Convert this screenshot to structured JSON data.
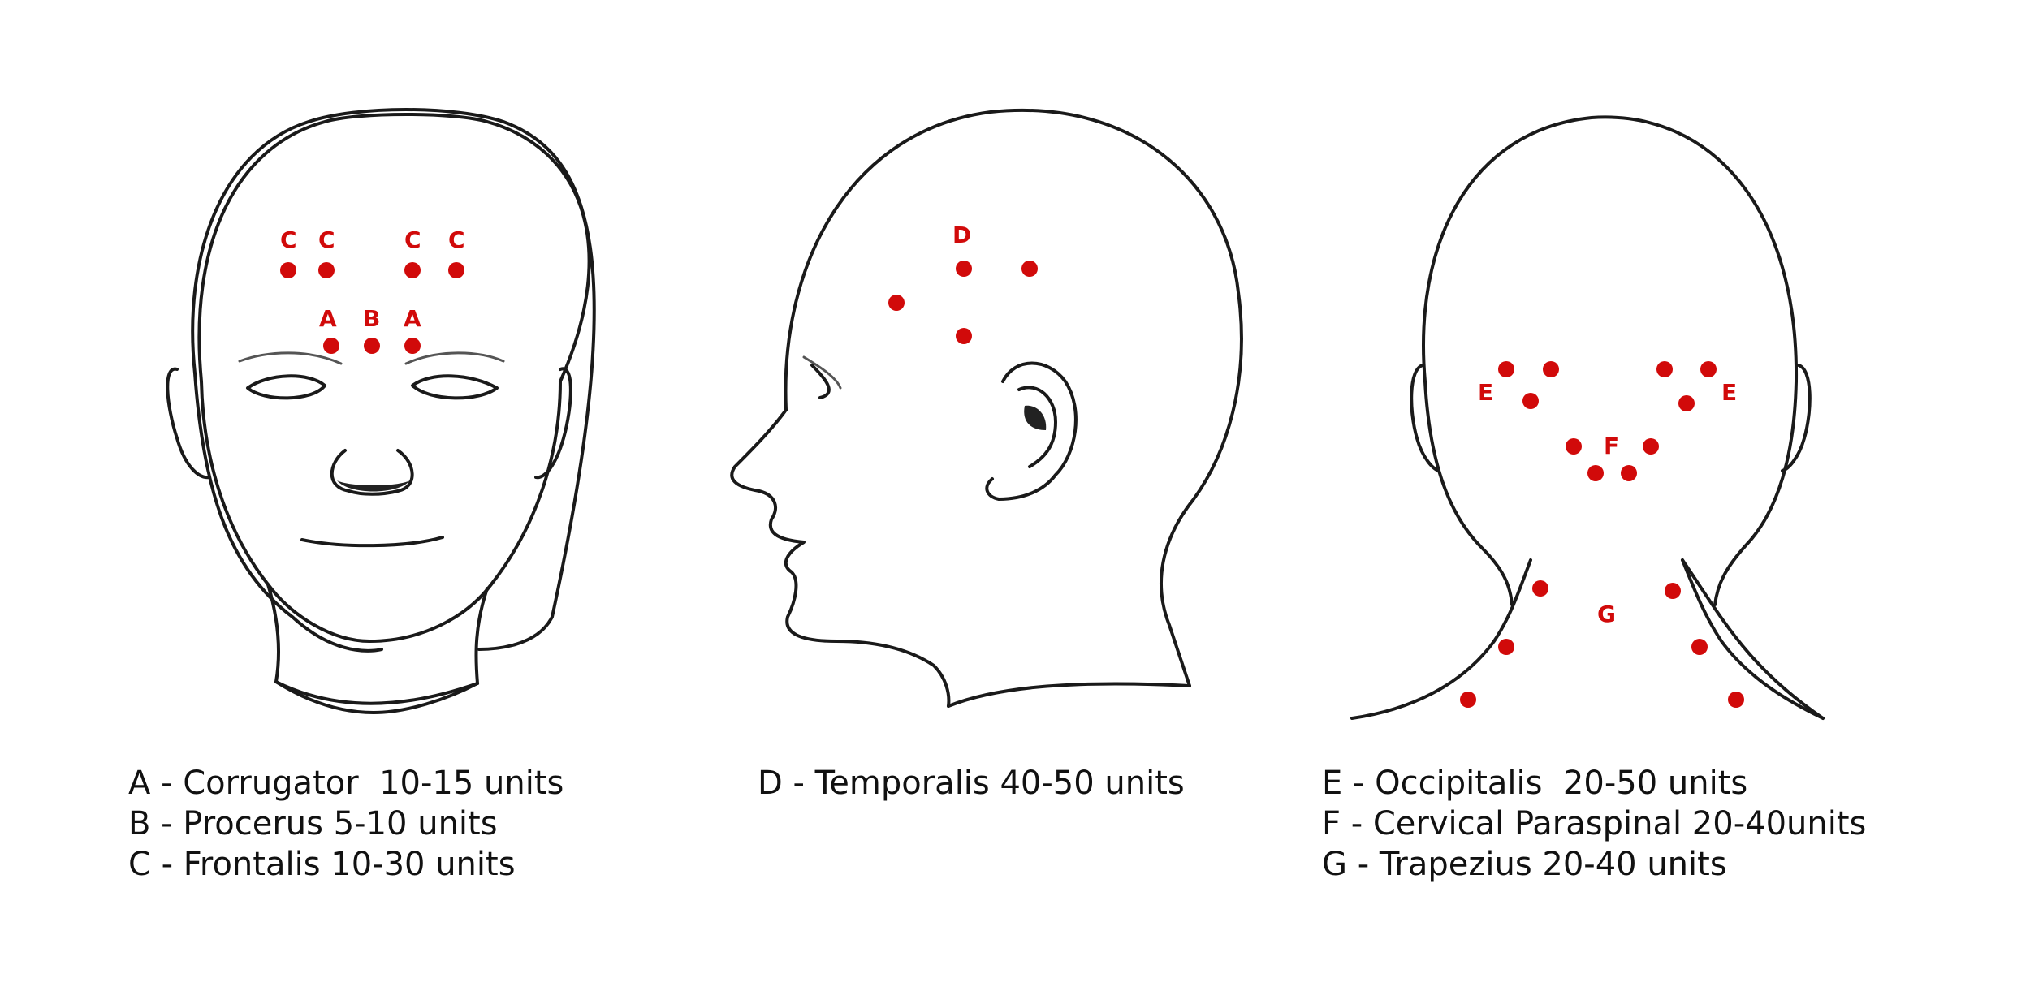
{
  "colors": {
    "outline": "#1a1a1a",
    "point": "#d10a0a",
    "text": "#111111"
  },
  "views": [
    {
      "name": "front",
      "points": [
        {
          "label": "C"
        },
        {
          "label": "C"
        },
        {
          "label": "C"
        },
        {
          "label": "C"
        },
        {
          "label": "A"
        },
        {
          "label": "B"
        },
        {
          "label": "A"
        }
      ]
    },
    {
      "name": "side",
      "points": [
        {
          "label": "D"
        }
      ]
    },
    {
      "name": "back",
      "points": [
        {
          "label": "E"
        },
        {
          "label": "E"
        },
        {
          "label": "F"
        },
        {
          "label": "G"
        }
      ]
    }
  ],
  "legend": {
    "front": [
      "A - Corrugator  10-15 units",
      "B - Procerus 5-10 units",
      "C - Frontalis 10-30 units"
    ],
    "side": [
      "D - Temporalis 40-50 units"
    ],
    "back": [
      "E - Occipitalis  20-50 units",
      "F - Cervical Paraspinal 20-40units",
      "G - Trapezius 20-40 units"
    ]
  }
}
